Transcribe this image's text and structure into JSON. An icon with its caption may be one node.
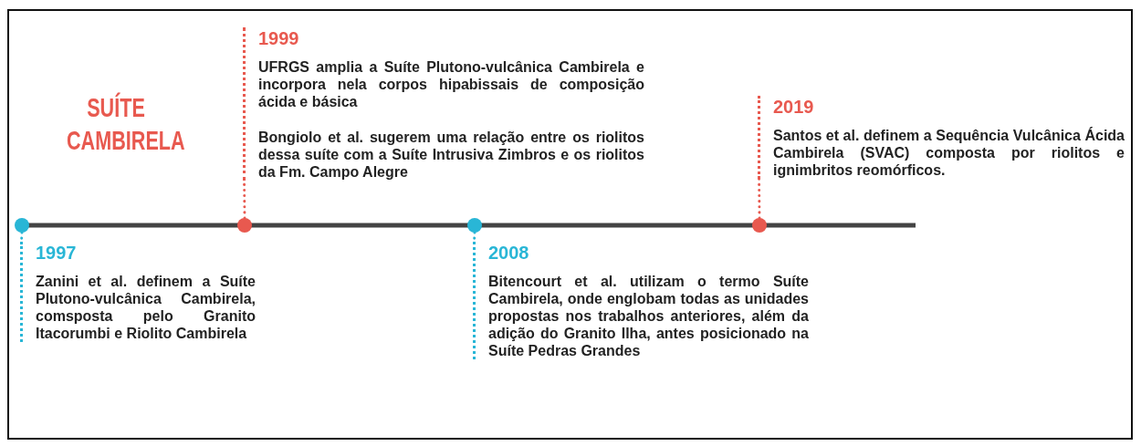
{
  "diagram": {
    "title": "SUÍTE CAMBIRELA",
    "nodes": [
      {
        "text": [
          "1999",
          "UFRGS amplia a Suíte Plutono-vulcânica Cambirela e incorpora nela corpos hipabissais de composição ácida e básica",
          "Bongiolo et al. sugerem uma relação entre os riolitos dessa suíte com a Suíte Intrusiva Zimbros e os riolitos da Fm. Campo Alegre"
        ]
      },
      {
        "text": [
          "2019",
          "Santos et al. definem a Sequência Vulcânica Ácida Cambirela (SVAC) composta por riolitos e ignimbritos reomórficos."
        ]
      },
      {
        "text": [],
        "shape": "circle"
      },
      {
        "text": [],
        "shape": "circle"
      },
      {
        "text": [],
        "shape": "circle"
      },
      {
        "text": [],
        "shape": "circle"
      },
      {
        "text": [
          "1997",
          "Zanini et al. definem a Suíte Plutono-vulcânica Cambirela, comsposta pelo Granito Itacorumbi e Riolito Cambirela"
        ]
      },
      {
        "text": [
          "2008",
          "Bitencourt et al. utilizam o termo Suíte Cambirela, onde englobam todas as unidades propostas nos trabalhos anteriores, além da adição do Granito Ilha, antes posicionado na Suíte Pedras Grandes"
        ]
      }
    ],
    "edges": [
      {
        "from": 3,
        "to": 0,
        "arrow": "none",
        "style": "dashed",
        "color": "#e8594f"
      },
      {
        "from": 5,
        "to": 1,
        "arrow": "none",
        "style": "dashed",
        "color": "#e8594f"
      },
      {
        "from": 2,
        "to": 6,
        "arrow": "none",
        "style": "dashed",
        "color": "#29b6d6"
      },
      {
        "from": 4,
        "to": 7,
        "arrow": "none",
        "style": "dashed",
        "color": "#29b6d6"
      }
    ]
  }
}
